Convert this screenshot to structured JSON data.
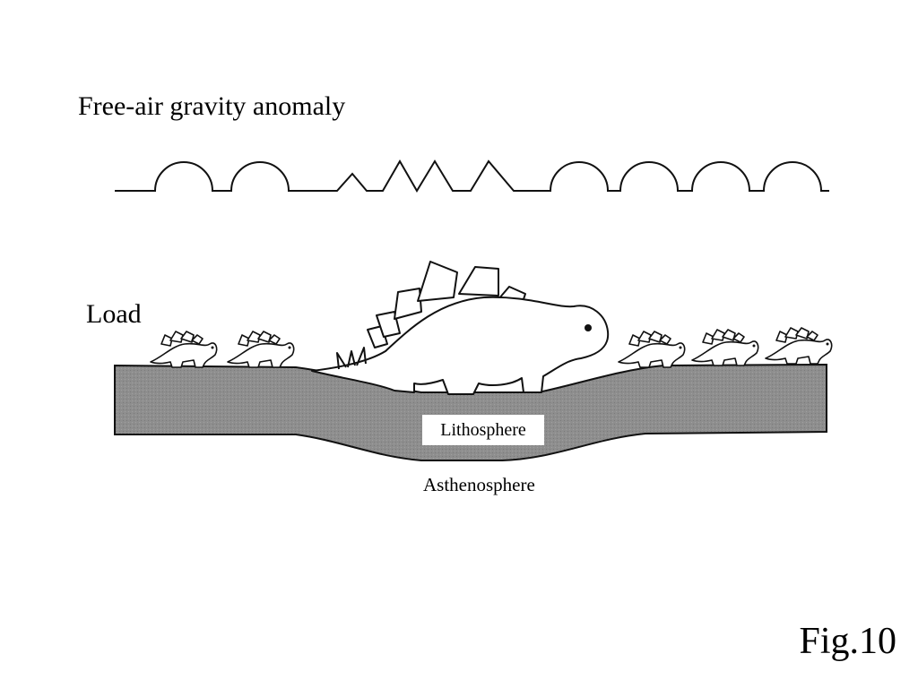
{
  "figure": {
    "title": "Free-air gravity anomaly",
    "load_label": "Load",
    "lithosphere_label": "Lithosphere",
    "asthenosphere_label": "Asthenosphere",
    "fig_number": "Fig.10"
  },
  "colors": {
    "lithosphere_fill": "#8e8e8e",
    "stroke": "#111111",
    "background": "#ffffff"
  }
}
